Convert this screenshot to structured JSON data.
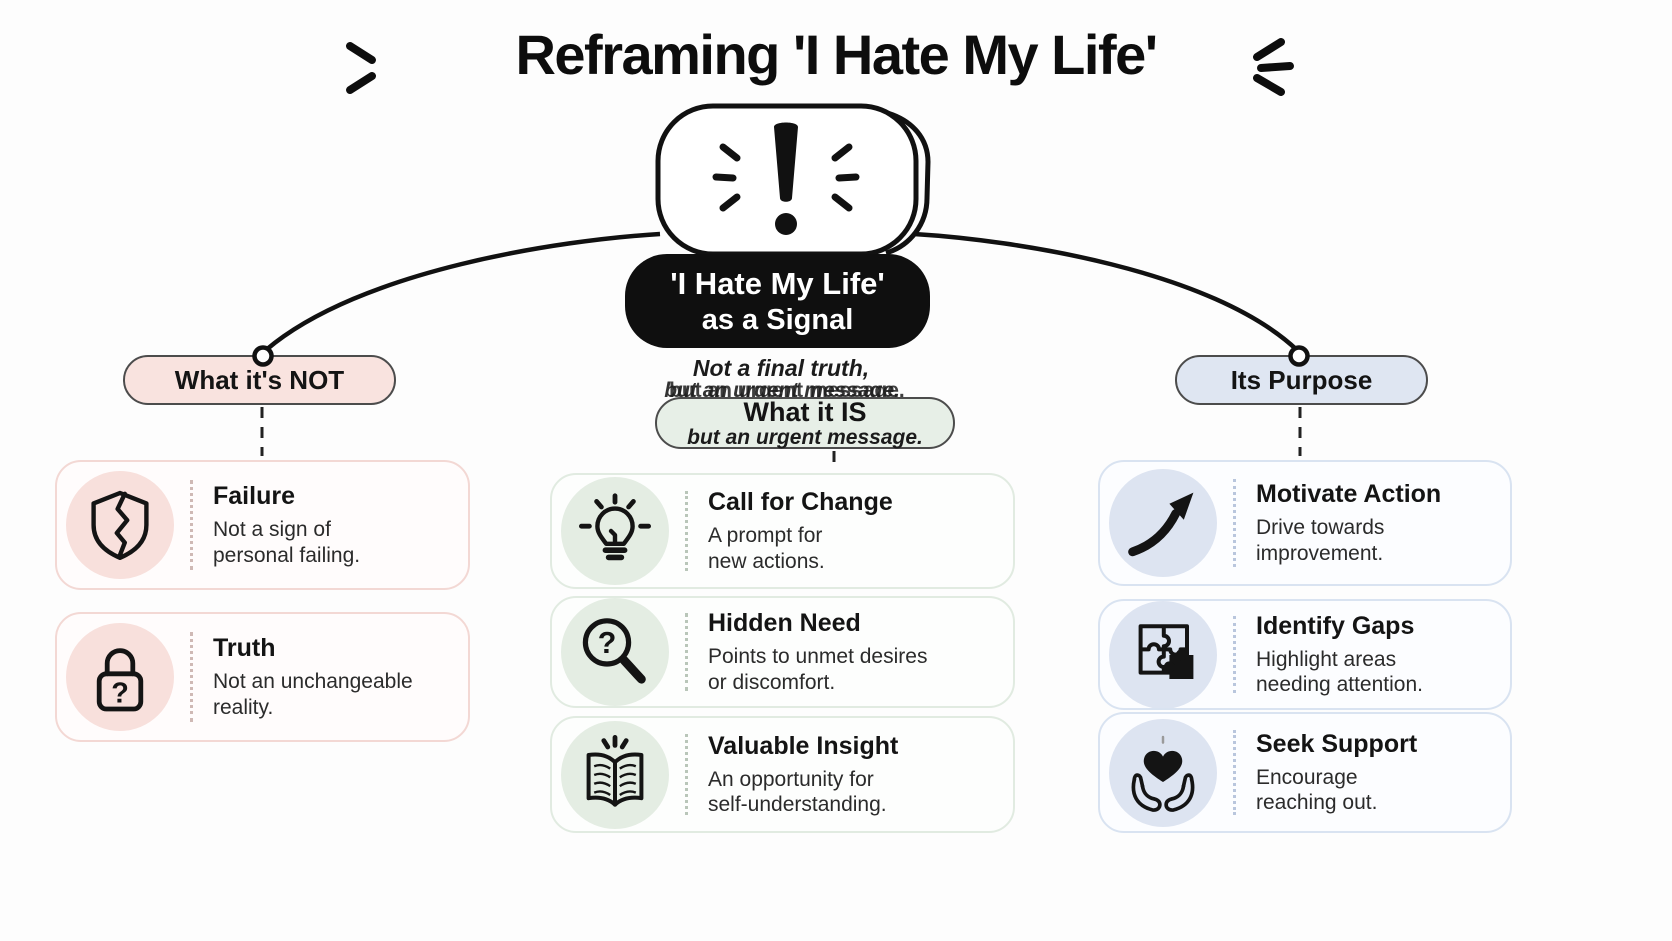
{
  "title": "Reframing 'I Hate My Life'",
  "signal": {
    "label_line1": "'I Hate My Life'",
    "label_line2": "as a Signal",
    "subtitle_line1": "Not a final truth,",
    "subtitle_line2": "but an urgent message."
  },
  "colors": {
    "ink": "#111111",
    "not_fill": "#f9e3df",
    "not_border": "#f3d8d4",
    "is_fill": "#e7efe7",
    "is_border": "#e1ebe1",
    "purpose_fill": "#dfe6f2",
    "purpose_border": "#d9e3f1"
  },
  "branches": {
    "not": {
      "label": "What it's NOT",
      "items": [
        {
          "icon": "broken-shield-icon",
          "title": "Failure",
          "desc1": "Not a sign of",
          "desc2": "personal failing."
        },
        {
          "icon": "locked-question-icon",
          "title": "Truth",
          "desc1": "Not an unchangeable",
          "desc2": "reality."
        }
      ]
    },
    "is": {
      "label": "What it IS",
      "sublabel": "but an urgent message.",
      "items": [
        {
          "icon": "lightbulb-icon",
          "title": "Call for Change",
          "desc1": "A prompt for",
          "desc2": "new actions."
        },
        {
          "icon": "search-question-icon",
          "title": "Hidden Need",
          "desc1": "Points to unmet desires",
          "desc2": "or discomfort."
        },
        {
          "icon": "open-book-icon",
          "title": "Valuable Insight",
          "desc1": "An opportunity for",
          "desc2": "self-understanding."
        }
      ]
    },
    "purpose": {
      "label": "Its Purpose",
      "items": [
        {
          "icon": "growth-arrow-icon",
          "title": "Motivate Action",
          "desc1": "Drive towards",
          "desc2": "improvement."
        },
        {
          "icon": "puzzle-icon",
          "title": "Identify Gaps",
          "desc1": "Highlight areas",
          "desc2": "needing attention."
        },
        {
          "icon": "hands-heart-icon",
          "title": "Seek Support",
          "desc1": "Encourage",
          "desc2": "reaching out."
        }
      ]
    }
  }
}
